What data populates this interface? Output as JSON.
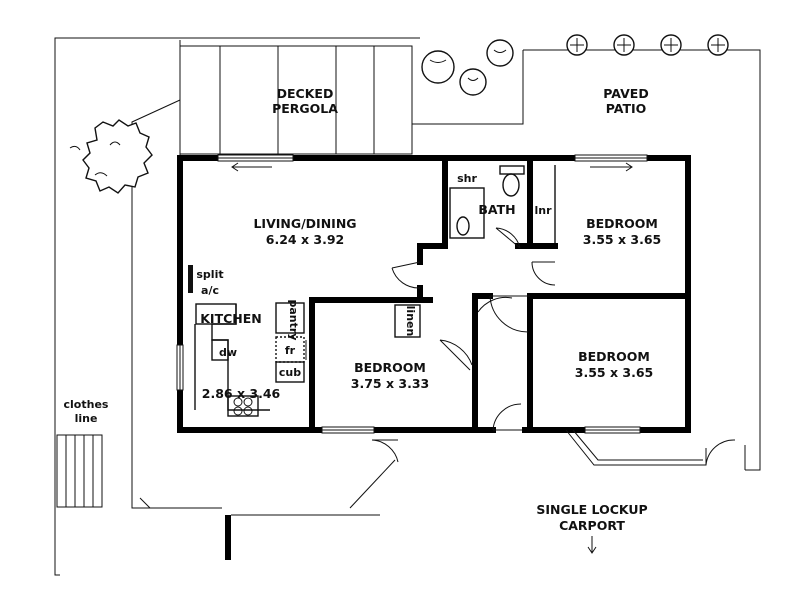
{
  "labels": {
    "decked_pergola_1": "DECKED",
    "decked_pergola_2": "PERGOLA",
    "paved_patio_1": "PAVED",
    "paved_patio_2": "PATIO",
    "living_name": "LIVING/DINING",
    "living_dims": "6.24 x 3.92",
    "bath": "BATH",
    "shr": "shr",
    "lnr": "lnr",
    "bed_ne_name": "BEDROOM",
    "bed_ne_dims": "3.55 x 3.65",
    "split_1": "split",
    "split_2": "a/c",
    "kitchen": "KITCHEN",
    "dw": "dw",
    "kitchen_dims": "2.86 x 3.46",
    "pantry": "pantry",
    "fr": "fr",
    "cub": "cub",
    "linen": "linen",
    "bed_s_name": "BEDROOM",
    "bed_s_dims": "3.75 x 3.33",
    "bed_se_name": "BEDROOM",
    "bed_se_dims": "3.55 x 3.65",
    "clothes_1": "clothes",
    "clothes_2": "line",
    "carport_1": "SINGLE LOCKUP",
    "carport_2": "CARPORT"
  }
}
